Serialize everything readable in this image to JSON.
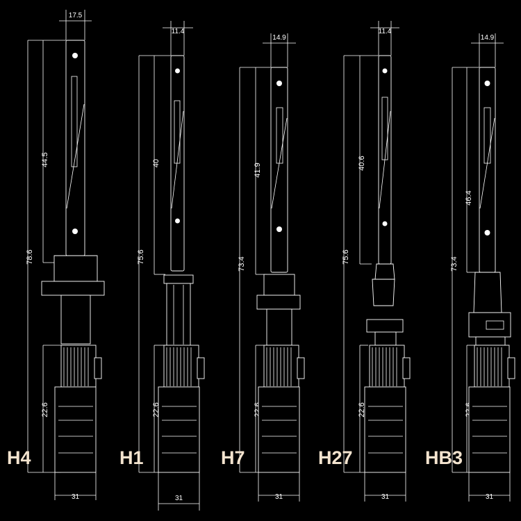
{
  "bulbs": [
    {
      "type_label": "H4",
      "total_length": "78.6",
      "led_length": "44.5",
      "base_length": "22.6",
      "board_width": "17.5",
      "base_width": "31"
    },
    {
      "type_label": "H1",
      "total_length": "75.6",
      "led_length": "40",
      "base_length": "22.6",
      "board_width": "11.4",
      "base_width": "31"
    },
    {
      "type_label": "H7",
      "total_length": "73.4",
      "led_length": "41.9",
      "base_length": "22.6",
      "board_width": "14.9",
      "base_width": "31"
    },
    {
      "type_label": "H27",
      "total_length": "75.6",
      "led_length": "40.6",
      "base_length": "22.6",
      "board_width": "11.4",
      "base_width": "31"
    },
    {
      "type_label": "HB3",
      "total_length": "73.4",
      "led_length": "46.4",
      "base_length": "22.6",
      "board_width": "14.9",
      "base_width": "31"
    }
  ],
  "colors": {
    "background": "#000000",
    "line": "#ffffff",
    "label": "#f4e4cf"
  }
}
